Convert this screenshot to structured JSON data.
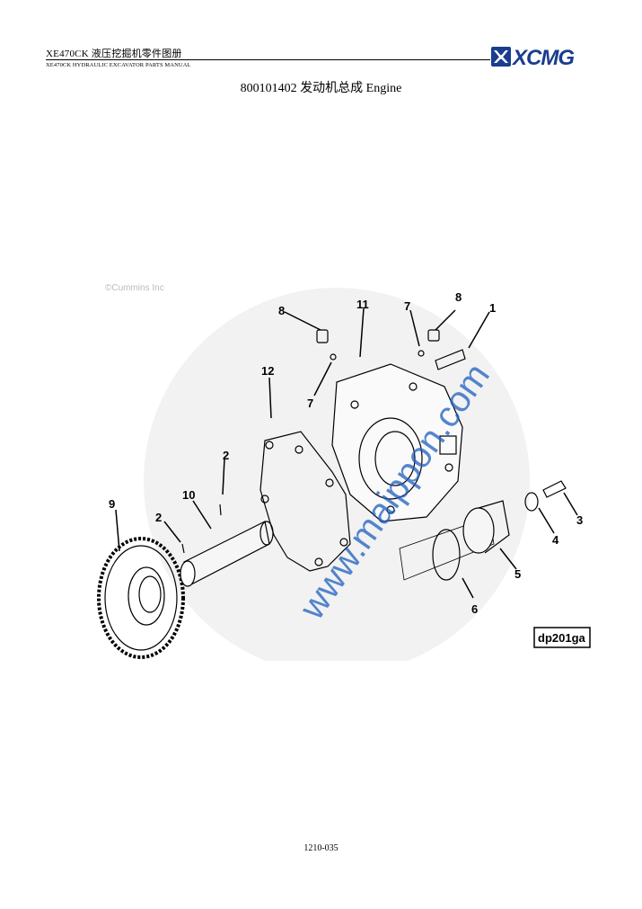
{
  "header": {
    "title": "XE470CK  液压挖掘机零件图册",
    "subtitle": "XE470CK HYDRAULIC EXCAVATOR PARTS MANUAL",
    "logo_text": "XCMG",
    "logo_color": "#1a3d8f"
  },
  "page_heading": "800101402 发动机总成 Engine",
  "figure": {
    "copyright": "©Cummins Inc",
    "figure_id": "dp201ga",
    "watermark": "www.maippon.com",
    "callouts": [
      "1",
      "2",
      "2",
      "3",
      "4",
      "5",
      "6",
      "7",
      "7",
      "8",
      "8",
      "9",
      "10",
      "11",
      "12"
    ]
  },
  "footer": {
    "page_number": "1210-035"
  }
}
